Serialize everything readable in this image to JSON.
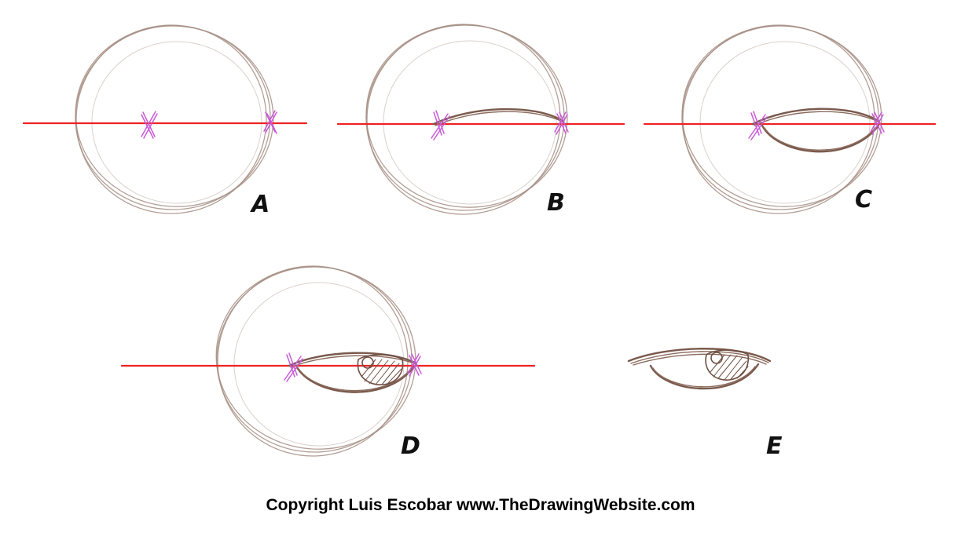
{
  "steps": [
    {
      "id": "A",
      "label": "A",
      "stage": "guide-circle-and-line"
    },
    {
      "id": "B",
      "label": "B",
      "stage": "upper-eyelid"
    },
    {
      "id": "C",
      "label": "C",
      "stage": "lower-eyelid"
    },
    {
      "id": "D",
      "label": "D",
      "stage": "iris"
    },
    {
      "id": "E",
      "label": "E",
      "stage": "final-eye"
    }
  ],
  "colors": {
    "guide_circle": "#a58d82",
    "guide_line": "#ee2222",
    "marks": "#c95ad6",
    "eye_lines": "#7a5a4c"
  },
  "footer": {
    "copyright": "Copyright Luis Escobar www.TheDrawingWebsite.com"
  }
}
